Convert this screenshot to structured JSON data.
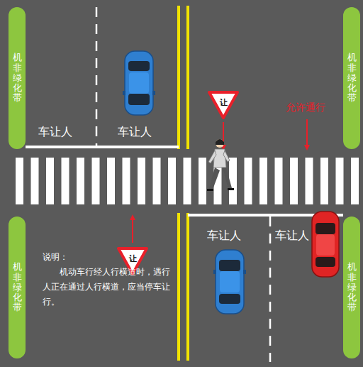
{
  "diagram": {
    "nodes": [
      {
        "text": [
          "机非绿化带"
        ]
      },
      {
        "text": [
          "机非绿化带"
        ]
      },
      {
        "text": [
          "让"
        ]
      },
      {
        "text": [
          "机非绿化带"
        ]
      },
      {
        "text": [
          "让"
        ]
      },
      {
        "text": [
          "机非绿化带"
        ]
      }
    ],
    "labels": [
      "车让人",
      "车让人",
      "允许通行",
      "车让人",
      "车让人",
      "说明：",
      "机动车行经人行横道时，遇行人正在通过人行横道，应当停车让行。"
    ]
  }
}
